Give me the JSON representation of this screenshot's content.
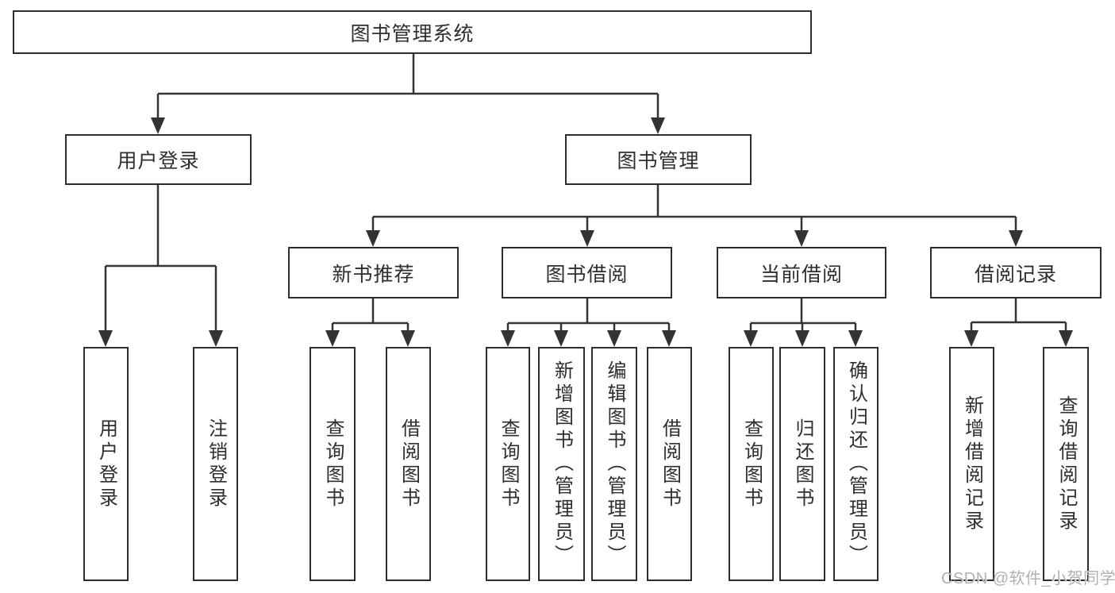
{
  "diagram": {
    "root": {
      "label": "图书管理系统"
    },
    "user_login": {
      "label": "用户登录",
      "children": [
        {
          "label": "用户登录"
        },
        {
          "label": "注销登录"
        }
      ]
    },
    "book_mgmt": {
      "label": "图书管理"
    },
    "new_book_rec": {
      "label": "新书推荐",
      "children": [
        {
          "label": "查询图书"
        },
        {
          "label": "借阅图书"
        }
      ]
    },
    "book_borrow": {
      "label": "图书借阅",
      "children": [
        {
          "label": "查询图书"
        },
        {
          "label": "新增图书（管理员）"
        },
        {
          "label": "编辑图书（管理员）"
        },
        {
          "label": "借阅图书"
        }
      ]
    },
    "current_borrow": {
      "label": "当前借阅",
      "children": [
        {
          "label": "查询图书"
        },
        {
          "label": "归还图书"
        },
        {
          "label": "确认归还（管理员）"
        }
      ]
    },
    "borrow_record": {
      "label": "借阅记录",
      "children": [
        {
          "label": "新增借阅记录"
        },
        {
          "label": "查询借阅记录"
        }
      ]
    }
  },
  "watermark": {
    "text": "CSDN @软件_小贺同学"
  },
  "colors": {
    "line": "#333333",
    "text": "#2e2e2e",
    "watermark": "#b1b1b1",
    "background": "#ffffff"
  }
}
